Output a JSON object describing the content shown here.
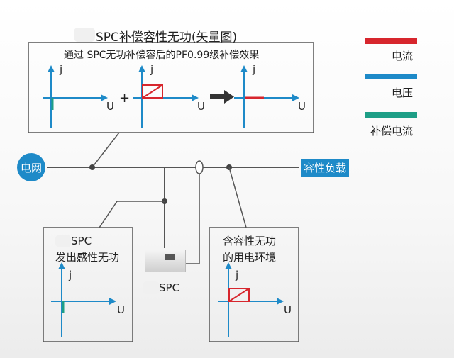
{
  "title": "SPC补偿容性无功(矢量图)",
  "subtitle": "通过 SPC无功补偿容后的PF0.99级补偿效果",
  "legend": [
    {
      "label": "电流",
      "color": "#d7262d"
    },
    {
      "label": "电压",
      "color": "#1e8ac8"
    },
    {
      "label": "补偿电流",
      "color": "#1e9e86"
    }
  ],
  "axis": {
    "j": "j",
    "u": "U"
  },
  "operators": {
    "plus": "+"
  },
  "grid_label": "电网",
  "load_label": "容性负载",
  "spc_box": {
    "line1": "SPC",
    "line2": "发出感性无功"
  },
  "spc_device_label": "SPC",
  "env_box": {
    "line1": "含容性无功",
    "line2": "的用电环境"
  },
  "colors": {
    "line": "#555555",
    "arrow_blue": "#1e8ac8",
    "red": "#d7262d",
    "green": "#1e9e86"
  }
}
